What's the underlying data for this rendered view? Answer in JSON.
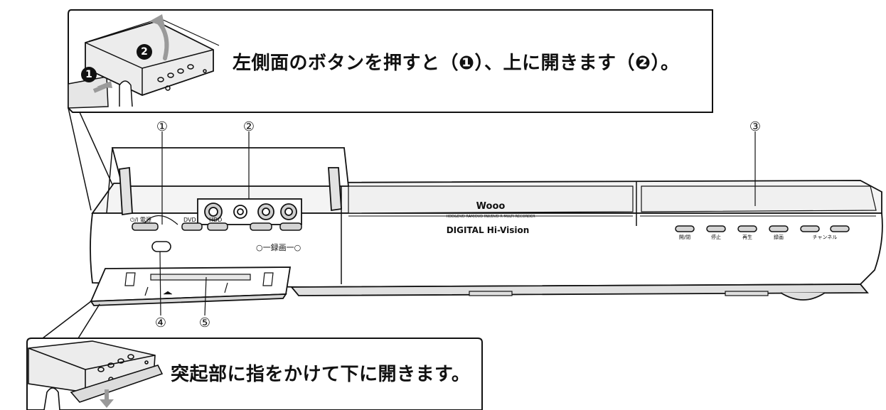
{
  "callouts": {
    "top_text": "左側面のボタンを押すと（❶）、上に開きます（❷）。",
    "bottom_text": "突起部に指をかけて下に開きます。",
    "step_1": "1",
    "step_2": "2"
  },
  "part_numbers": {
    "p1": "①",
    "p2": "②",
    "p3": "③",
    "p4": "④",
    "p5": "⑤"
  },
  "device": {
    "brand": "Wooo",
    "model_line": "HDD&DVD RAM/DVD RW/DVD R MULTI RECORDER",
    "badge": "DIGITAL Hi-Vision",
    "power_label": "⏻/I 電源",
    "dvd_label": "DVD",
    "hdd_label": "HDD",
    "dubbing_label": "○一録画一○",
    "right_buttons": [
      "開/閉",
      "停止",
      "再生",
      "録画",
      "チャンネル"
    ]
  },
  "colors": {
    "line": "#111111",
    "panel_fill": "#ffffff",
    "shade": "#d8d8d8",
    "dark_shade": "#9a9a9a"
  }
}
